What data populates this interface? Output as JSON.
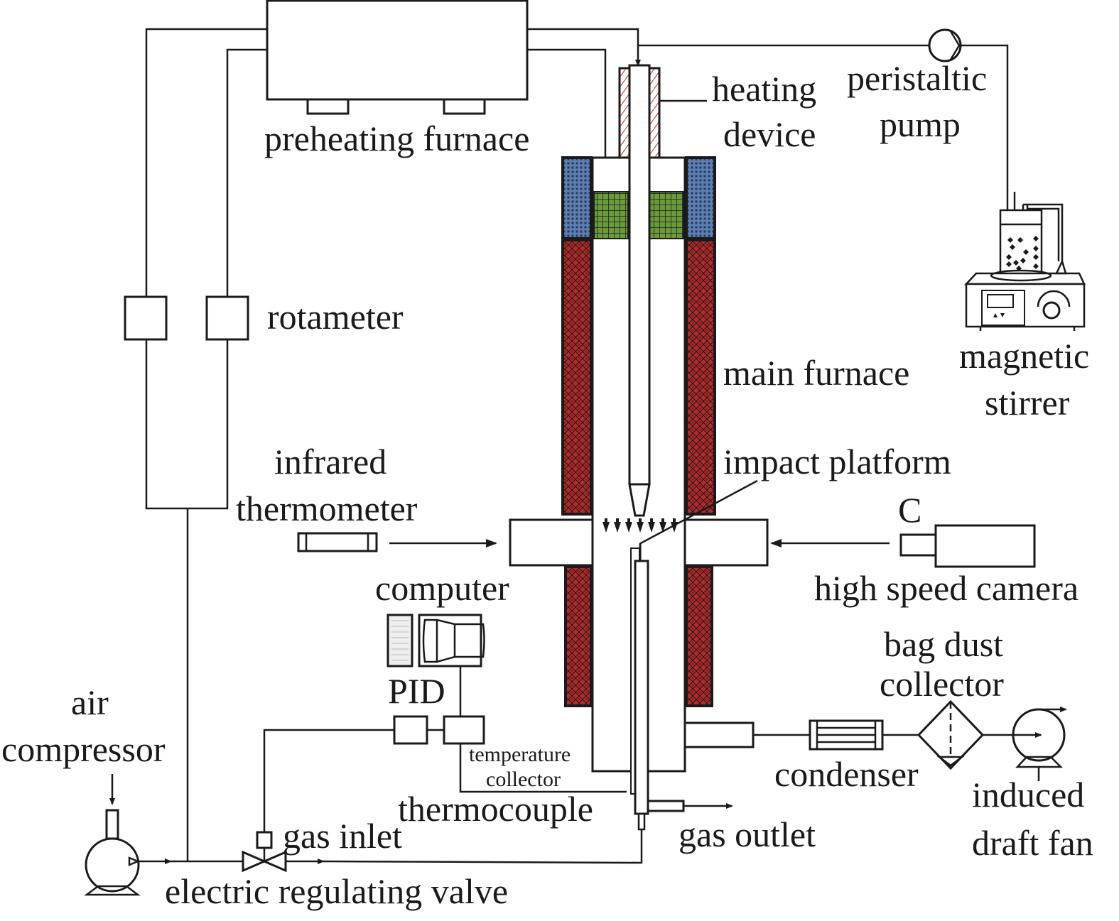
{
  "diagram": {
    "title": "Experimental apparatus schematic",
    "colors": {
      "line": "#1a1a1a",
      "insulation_blue": "#5b7fb8",
      "seal_green": "#6a9a3a",
      "heater_red": "#b52a2a",
      "heating_device_hatch": "#d04040"
    },
    "labels": {
      "preheating_furnace": "preheating furnace",
      "heating_device_1": "heating",
      "heating_device_2": "device",
      "peristaltic_pump_1": "peristaltic",
      "peristaltic_pump_2": "pump",
      "rotameter": "rotameter",
      "main_furnace": "main furnace",
      "magnetic_stirrer_1": "magnetic",
      "magnetic_stirrer_2": "stirrer",
      "infrared_thermometer_1": "infrared",
      "infrared_thermometer_2": "thermometer",
      "impact_platform": "impact platform",
      "camera_tag": "C",
      "high_speed_camera": "high speed camera",
      "computer": "computer",
      "pid": "PID",
      "bag_dust_collector_1": "bag dust",
      "bag_dust_collector_2": "collector",
      "air_compressor_1": "air",
      "air_compressor_2": "compressor",
      "temperature_collector_1": "temperature",
      "temperature_collector_2": "collector",
      "condenser": "condenser",
      "thermocouple": "thermocouple",
      "induced_draft_fan_1": "induced",
      "induced_draft_fan_2": "draft fan",
      "gas_inlet": "gas inlet",
      "gas_outlet": "gas outlet",
      "electric_regulating_valve": "electric regulating valve"
    }
  }
}
